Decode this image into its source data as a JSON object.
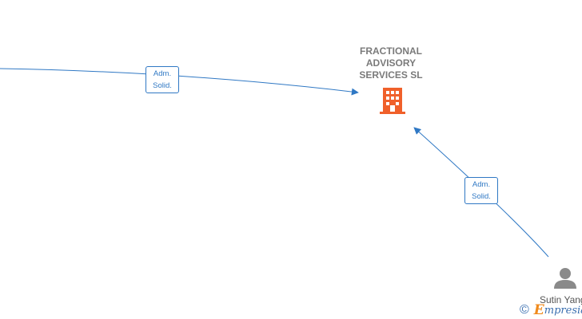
{
  "company": {
    "name_lines": [
      "FRACTIONAL",
      "ADVISORY",
      "SERVICES  SL"
    ],
    "icon": "building-icon",
    "color": "#f0602a"
  },
  "edges": [
    {
      "label_line1": "Adm.",
      "label_line2": "Solid."
    },
    {
      "label_line1": "Adm.",
      "label_line2": "Solid."
    }
  ],
  "person": {
    "name": "Sutin Yang",
    "icon": "person-icon"
  },
  "watermark": {
    "symbol": "©",
    "initial": "E",
    "text": "mpresia"
  },
  "colors": {
    "edge": "#2f78c4",
    "label_text": "#7a7a7a",
    "person_icon": "#8a8a8a"
  }
}
